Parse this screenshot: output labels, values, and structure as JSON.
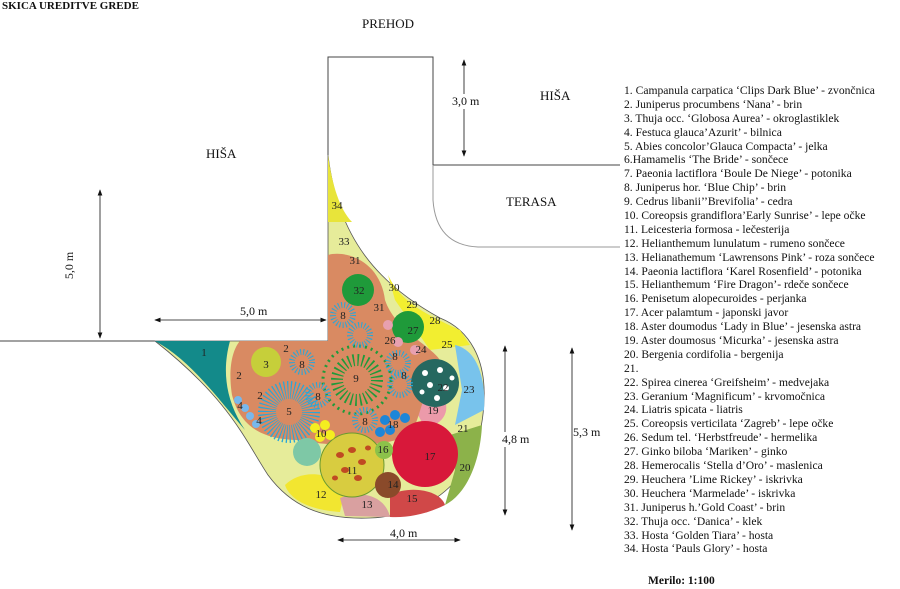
{
  "title": "SKICA UREDITVE GREDE",
  "labels": {
    "prehod": "PREHOD",
    "hisa_left": "HIŠA",
    "hisa_right": "HIŠA",
    "terasa": "TERASA"
  },
  "dimensions": {
    "d_3m": "3,0 m",
    "d_5m_vertical": "5,0 m",
    "d_5m_horizontal": "5,0 m",
    "d_4_8m": "4,8 m",
    "d_5_3m": "5,3 m",
    "d_4m": "4,0 m"
  },
  "legend": [
    "1. Campanula carpatica ‘Clips Dark Blue’ - zvončnica",
    "2. Juniperus procumbens ‘Nana’ - brin",
    "3. Thuja occ. ‘Globosa Aurea’ - okroglastiklek",
    "4. Festuca glauca’Azurit’ - bilnica",
    "5. Abies concolor’Glauca Compacta’ - jelka",
    "6.Hamamelis ‘The Bride’ - sončece",
    "7. Paeonia lactiflora ‘Boule De Niege’ - potonika",
    "8. Juniperus hor. ‘Blue Chip’ - brin",
    "9. Cedrus libanii’’Brevifolia’ - cedra",
    "10. Coreopsis grandiflora’Early Sunrise’ - lepe očke",
    "11. Leicesteria formosa - lečesterija",
    "12. Helianthemum lunulatum - rumeno sončece",
    "13. Helianathemum ‘Lawrensons Pink’ - roza sončece",
    "14. Paeonia lactiflora ‘Karel Rosenfield’ - potonika",
    "15. Helianthemum ‘Fire Dragon’- rdeče sončece",
    "16. Penisetum alopecuroides - perjanka",
    "17. Acer palamtum - japonski javor",
    "18. Aster doumodus ‘Lady in Blue’ - jesenska astra",
    "19. Aster doumosus ‘Micurka’ - jesenska astra",
    "20. Bergenia cordifolia - bergenija",
    "21.",
    "22. Spirea cinerea ‘Greifsheim’ - medvejaka",
    "23. Geranium ‘Magnificum’ - krvomočnica",
    "24. Liatris spicata - liatris",
    "25. Coreopsis verticilata ‘Zagreb’ - lepe očke",
    "26. Sedum tel. ‘Herbstfreude’ - hermelika",
    "27. Ginko biloba ‘Mariken’ - ginko",
    "28. Hemerocalis ‘Stella d’Oro’ - maslenica",
    "29. Heuchera ’Lime Rickey’ - iskrivka",
    "30. Heuchera ‘Marmelade’ - iskrivka",
    "31. Juniperus h.’Gold Coast’ - brin",
    "32. Thuja occ. ‘Danica’ - klek",
    "33. Hosta ‘Golden Tiara’ - hosta",
    "34. Hosta ‘Pauls Glory’ - hosta"
  ],
  "scale": "Merilo: 1:100",
  "plan_labels": [
    "34",
    "33",
    "31",
    "32",
    "30",
    "29",
    "31",
    "8",
    "28",
    "27",
    "26",
    "24",
    "25",
    "1",
    "2",
    "3",
    "8",
    "2",
    "9",
    "8",
    "8",
    "22",
    "23",
    "2",
    "4",
    "8",
    "5",
    "4",
    "19",
    "8",
    "18",
    "10",
    "21",
    "16",
    "17",
    "20",
    "11",
    "14",
    "12",
    "15",
    "13"
  ],
  "colors": {
    "bed_base": "#e6ec9a",
    "mulch": "#d98a62",
    "juniper_blue": "#2aa6d8",
    "cedar_green": "#1f9a3a",
    "acer_red": "#d8183a",
    "geranium_blue": "#78c3ec"
  }
}
